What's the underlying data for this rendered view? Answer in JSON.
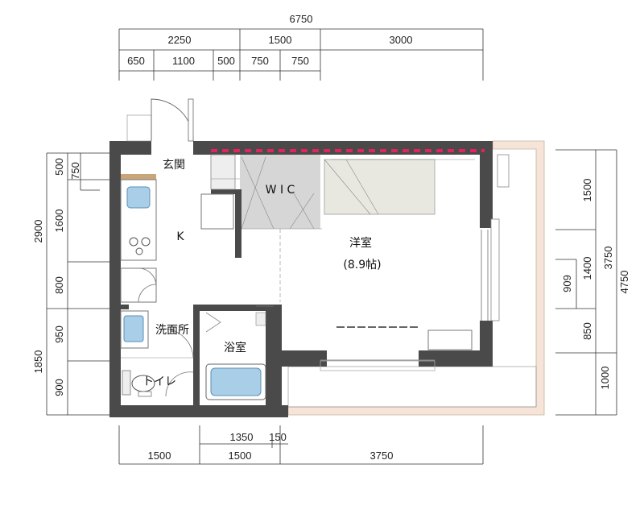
{
  "dimensions": {
    "top_total": "6750",
    "top_mid": [
      "2250",
      "1500",
      "3000"
    ],
    "top_small": [
      "650",
      "1100",
      "500",
      "750",
      "750"
    ],
    "bottom_small": [
      "1350",
      "150"
    ],
    "bottom": [
      "1500",
      "1500",
      "3750"
    ],
    "left_outer": "2900",
    "left_outer_lower": "1850",
    "left_inner": [
      "500",
      "750",
      "1600",
      "800",
      "950",
      "900"
    ],
    "right_inner": [
      "1500",
      "1400",
      "850",
      "1000"
    ],
    "right_window": "909",
    "right_outer": [
      "3750",
      "4750"
    ]
  },
  "rooms": {
    "entrance": "玄関",
    "wic": "W I C",
    "kitchen": "K",
    "western": "洋室",
    "western_size": "(8.9帖)",
    "washroom": "洗面所",
    "bath": "浴室",
    "toilet": "トイレ"
  },
  "colors": {
    "wall": "#4a4a4a",
    "balcony": "#f5e4d7",
    "wic_fill": "#d6d6d6",
    "bed_fill": "#e9e8e0",
    "accent_dash": "#e0245e",
    "fixture_blue": "#a9cfe8",
    "counter": "#c9a57a"
  }
}
